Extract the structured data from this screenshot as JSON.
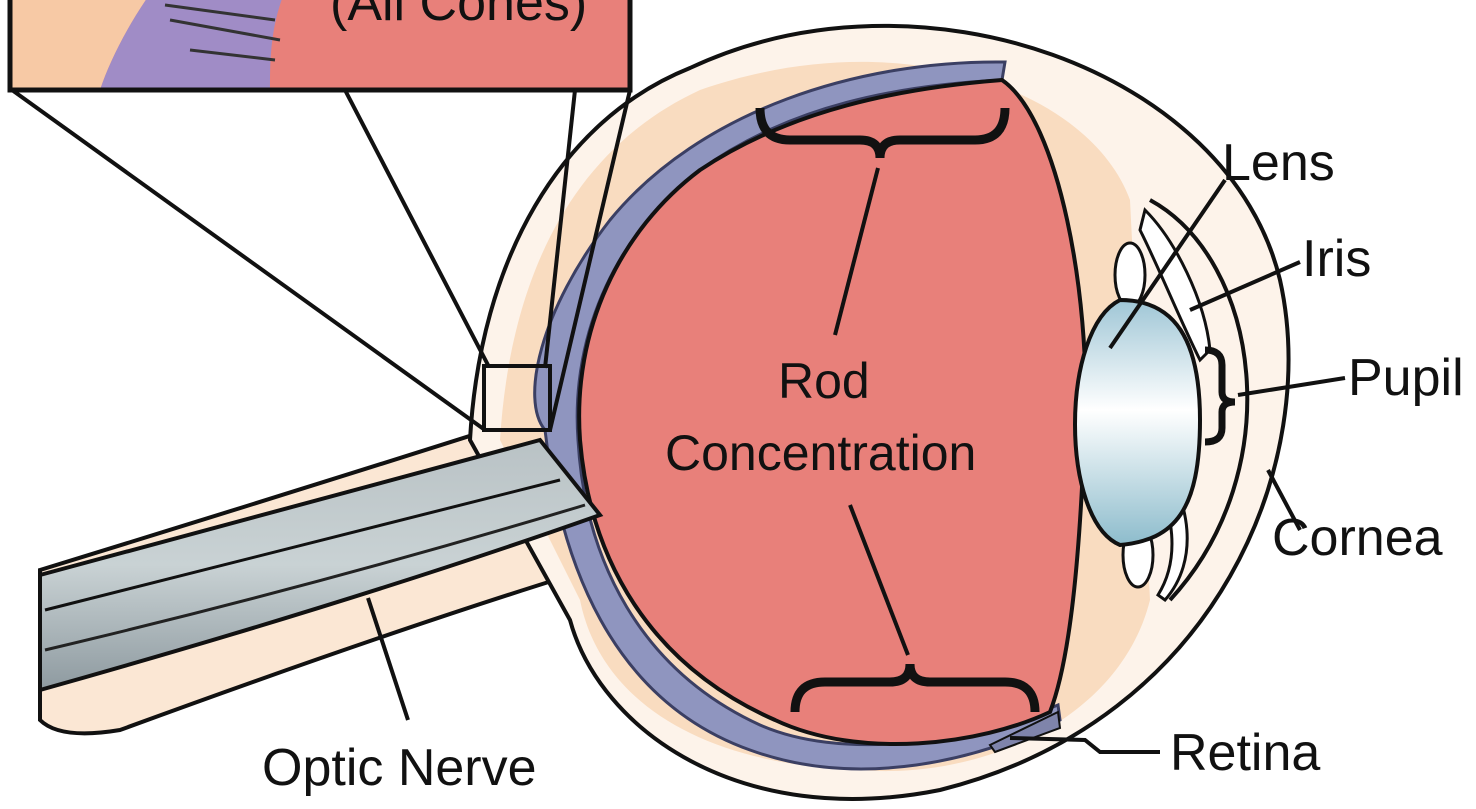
{
  "labels": {
    "inset_caption": "(All Cones)",
    "rod_line1": "Rod",
    "rod_line2": "Concentration",
    "lens": "Lens",
    "iris": "Iris",
    "pupil": "Pupil",
    "cornea": "Cornea",
    "retina": "Retina",
    "optic_nerve": "Optic Nerve"
  },
  "colors": {
    "interior_red": "#e8807a",
    "outer_tissue": "#fbe7d4",
    "choroid_blue": "#8f95bf",
    "inset_purple": "#a08cc6",
    "inset_peach": "#f7c9a5",
    "nerve_gray": "#a9b4b8",
    "lens_blue": "#cfe6ef",
    "outline": "#111111"
  }
}
